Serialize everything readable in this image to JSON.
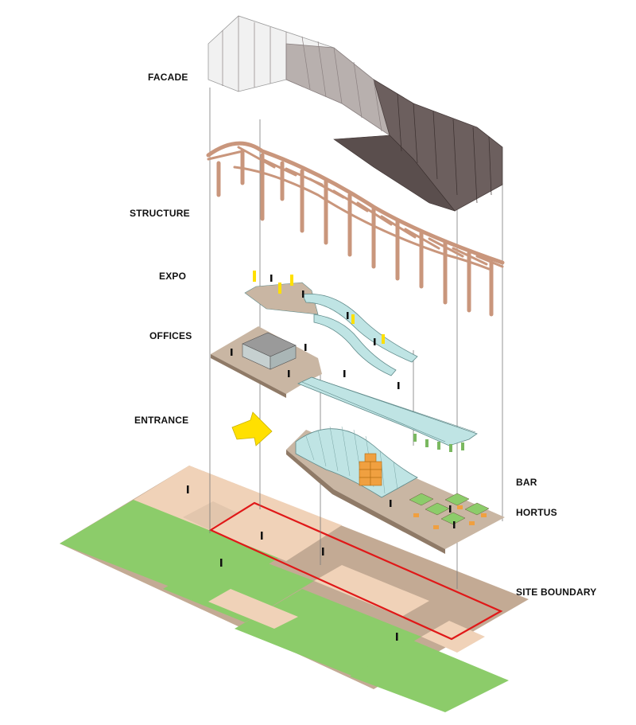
{
  "labels": {
    "facade": "FACADE",
    "structure": "STRUCTURE",
    "expo": "EXPO",
    "offices": "OFFICES",
    "entrance": "ENTRANCE",
    "bar": "BAR",
    "hortus": "HORTUS",
    "site_boundary": "SITE BOUNDARY"
  },
  "colors": {
    "lawn": "#8ccc6a",
    "paving": "#f0d2b8",
    "ground": "#c3aa94",
    "deck": "#c9b6a3",
    "timber": "#c9967c",
    "facade_dark": "#6c5f5e",
    "facade_light": "#f1f1f1",
    "glass": "#bfe4e4",
    "entrance_arrow": "#ffe000",
    "boundary": "#e01818",
    "crates": "#f0a040"
  }
}
